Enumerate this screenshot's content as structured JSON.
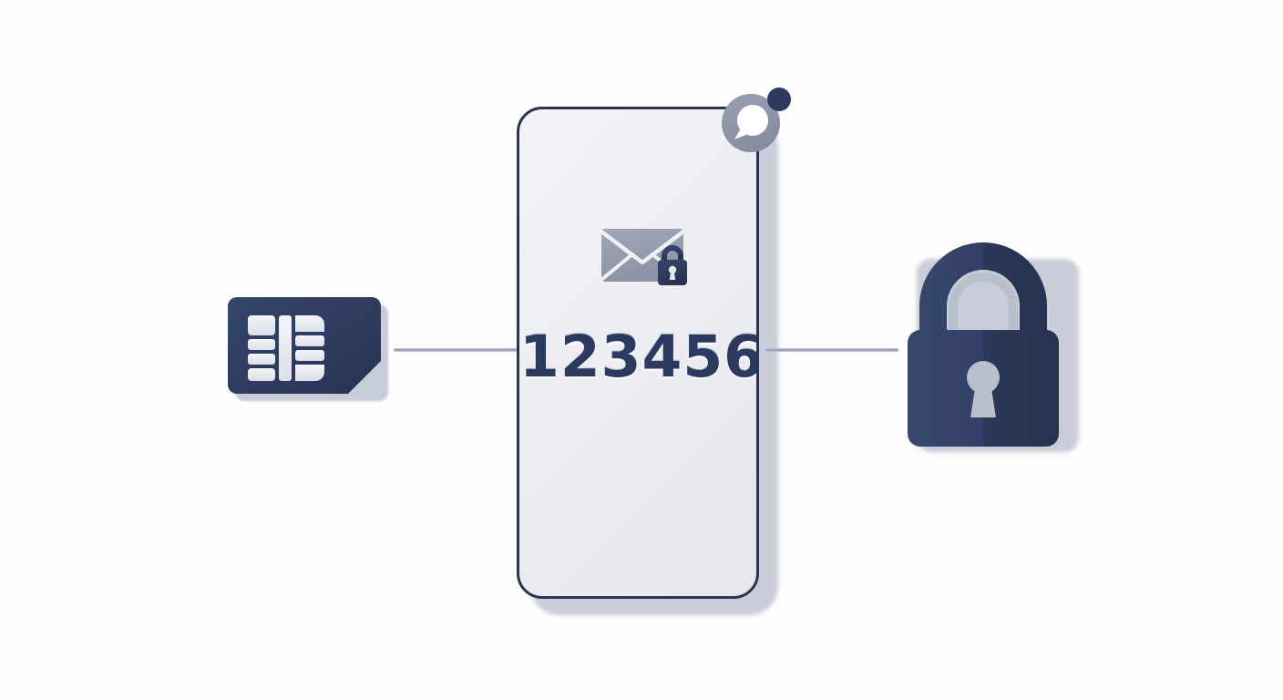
{
  "scene": {
    "title": "SMS OTP delivery and verification illustration",
    "background_color": "#fdfdfd",
    "accent_navy": "#2b3a5e",
    "accent_gray": "#9096a8",
    "light_gray": "#c9cdd9",
    "screen_color": "#eceef2"
  },
  "sim_card": {
    "name": "SIM card",
    "body_color": "#2e3c60",
    "contact_color": "#e8eaef"
  },
  "phone": {
    "name": "Smartphone",
    "border_color": "#2b3450",
    "screen_color": "#eceef2",
    "otp_code": "123456",
    "envelope": {
      "name": "Secure SMS message",
      "envelope_color": "#9096a8",
      "lock_color": "#2e3c60"
    },
    "badge": {
      "name": "New message notification",
      "ring_color": "#9096a8",
      "bubble_color": "#ffffff",
      "dot_color": "#2b3a5e"
    }
  },
  "padlock": {
    "name": "Security lock",
    "body_color": "#2e3c60",
    "shackle_color": "#2e3c60",
    "keyhole_color": "#b9bfcd"
  },
  "connectors": {
    "left": {
      "name": "SIM to phone connector",
      "color": "#9ba3b5"
    },
    "right": {
      "name": "Phone to lock connector",
      "color": "#9ba3b5"
    }
  }
}
